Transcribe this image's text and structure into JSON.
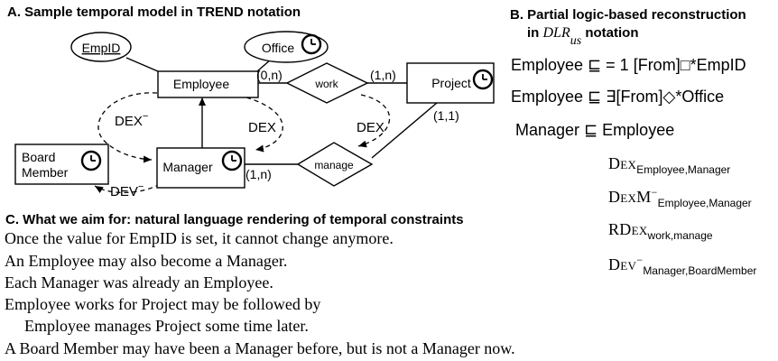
{
  "section_a": {
    "title": "A. Sample temporal model in TREND notation"
  },
  "diagram": {
    "entities": {
      "employee": "Employee",
      "manager": "Manager",
      "project": "Project",
      "board_member": [
        "Board",
        "Member"
      ]
    },
    "attributes": {
      "empid": "EmpID",
      "office": "Office"
    },
    "relationships": {
      "work": "work",
      "manage": "manage"
    },
    "cardinalities": {
      "emp_work": "(0,n)",
      "proj_work": "(1,n)",
      "proj_manage": "(1,1)",
      "mgr_manage": "(1,n)"
    },
    "edge_labels": {
      "dex_minus": "DEX",
      "dex_minus_sup": "−",
      "dex_left": "DEX",
      "dex_right": "DEX",
      "dev_minus": "DEV",
      "dev_minus_sup": "−"
    },
    "icons": [
      "clock-icon"
    ]
  },
  "section_b": {
    "title_line1": "B. Partial logic-based reconstruction",
    "title_line2_prefix": "in ",
    "title_line2_logic": "DLR",
    "title_line2_sub": "US",
    "title_line2_suffix": " notation",
    "axioms": [
      {
        "lhs": "Employee",
        "op": "⊑",
        "rhs": "= 1 [From]□*EmpID"
      },
      {
        "lhs": "Employee",
        "op": "⊑",
        "rhs": "∃[From]◇*Office"
      },
      {
        "lhs": "Manager",
        "op": "⊑",
        "rhs": "Employee"
      }
    ],
    "constraints": [
      {
        "name": "Dex",
        "sup": "",
        "sub": "Employee,Manager"
      },
      {
        "name": "DexM",
        "sup": "−",
        "sub": "Employee,Manager"
      },
      {
        "name": "RDex",
        "sup": "",
        "sub": "work,manage"
      },
      {
        "name": "Dev",
        "sup": "−",
        "sub": "Manager,BoardMember"
      }
    ]
  },
  "section_c": {
    "title": "C. What we aim for: natural language rendering of temporal constraints",
    "sentences": [
      "Once the value for EmpID is set, it cannot change anymore.",
      "An Employee may also become a Manager.",
      "Each Manager was already an Employee.",
      "Employee works for Project may be followed by",
      "Employee manages Project some time later.",
      "A Board Member may have been a Manager before, but is not a Manager now."
    ]
  }
}
